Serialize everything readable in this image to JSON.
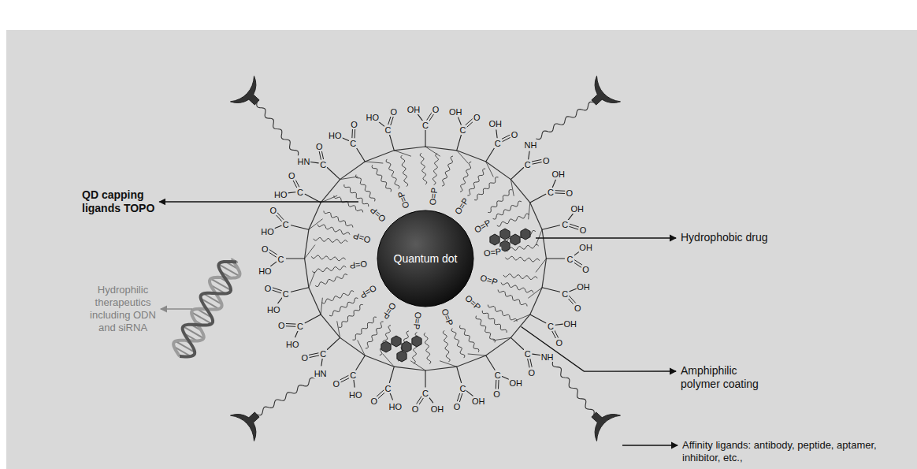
{
  "diagram": {
    "nodes": [
      {
        "text": [
          "Quantum dot"
        ]
      }
    ],
    "labels": [
      "QD capping ligands TOPO",
      "Hydrophobic drug",
      "Amphiphilic polymer coating",
      "Affinity ligands: antibody, peptide, aptamer, inhibitor, etc.,",
      "Hydrophilic therapeutics including ODN and siRNA",
      "C",
      "O",
      "OH",
      "C",
      "O",
      "OH",
      "C",
      "O",
      "OH",
      "C",
      "O",
      "NH",
      "C",
      "O",
      "OH",
      "C",
      "O",
      "OH",
      "C",
      "O",
      "OH",
      "C",
      "O",
      "OH",
      "C",
      "O",
      "OH",
      "C",
      "O",
      "NH",
      "C",
      "O",
      "OH",
      "C",
      "O",
      "OH",
      "C",
      "O",
      "OH",
      "C",
      "O",
      "HO",
      "C",
      "O",
      "HO",
      "C",
      "O",
      "HN",
      "C",
      "O",
      "HO",
      "C",
      "O",
      "HO",
      "C",
      "O",
      "HO",
      "C",
      "O",
      "HO",
      "C",
      "O",
      "HO",
      "C",
      "O",
      "HN",
      "C",
      "O",
      "HO",
      "C",
      "O",
      "HO",
      "O=P",
      "O=P",
      "O=P",
      "O=P",
      "O=P",
      "O=P",
      "O=P",
      "O=P",
      "O=P",
      "O=P",
      "O=P",
      "O=P",
      "O=P",
      "O=P"
    ]
  }
}
